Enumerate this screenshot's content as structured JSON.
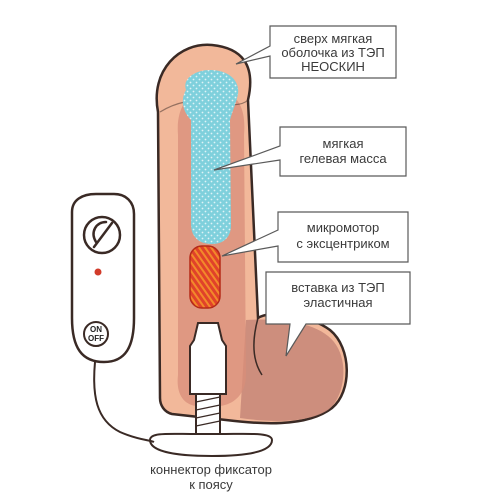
{
  "callouts": {
    "shell": {
      "line1": "сверх мягкая",
      "line2": "оболочка из ТЭП",
      "line3": "НЕОСКИН"
    },
    "gel": {
      "line1": "мягкая",
      "line2": "гелевая масса"
    },
    "motor": {
      "line1": "микромотор",
      "line2": "с эксцентриком"
    },
    "insert": {
      "line1": "вставка из ТЭП",
      "line2": "эластичная"
    }
  },
  "caption": {
    "line1": "коннектор фиксатор",
    "line2": "к поясу"
  },
  "remote": {
    "on_label": "ON",
    "off_label": "OFF"
  },
  "colors": {
    "outline": "#3a2a25",
    "shell": "#f2b89a",
    "inner": "#d88e7a",
    "balls": "#c9897a",
    "gel": "#7fd0dc",
    "motor": "#e0422a",
    "motor_stripe": "#f28a2a"
  }
}
